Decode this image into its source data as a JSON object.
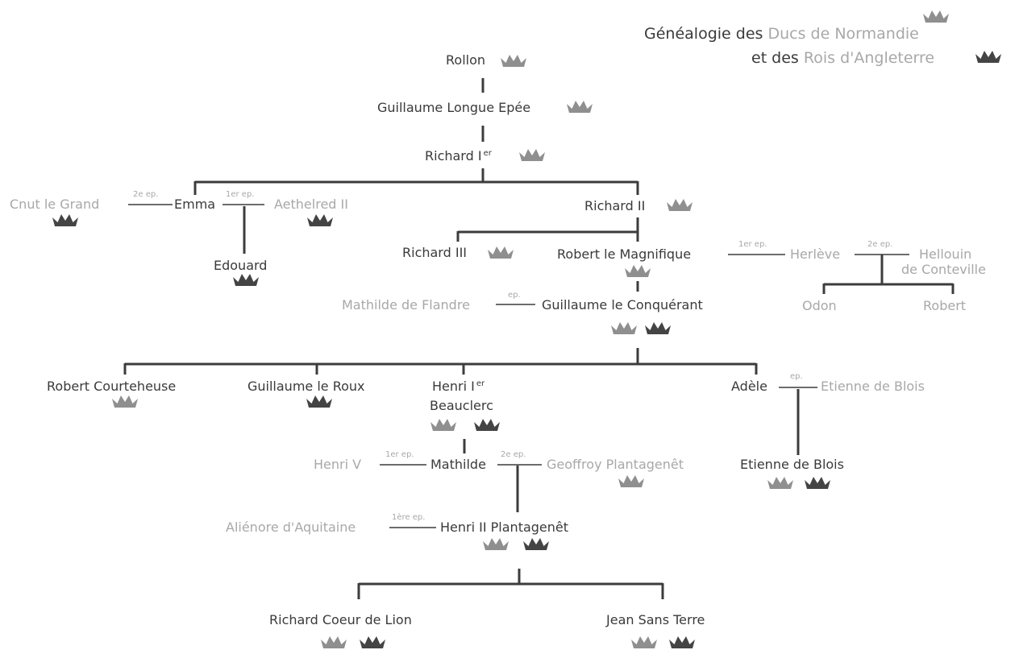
{
  "title": {
    "line1_a": "Généalogie des",
    "line1_b": "Ducs de Normandie",
    "line2_a": "et des",
    "line2_b": "Rois d'Angleterre"
  },
  "colors": {
    "duke_crown": "#8f8f8f",
    "king_crown": "#444444",
    "text_dark": "#3a3a3a",
    "text_light": "#a8a8a8",
    "line": "#3c3c3c"
  },
  "people": {
    "rollon": "Rollon",
    "guillaume_longue_epee": "Guillaume Longue Epée",
    "richard_1": "Richard I",
    "richard_1_sup": "er",
    "cnut": "Cnut le Grand",
    "emma": "Emma",
    "aethelred": "Aethelred II",
    "edouard": "Edouard",
    "richard_2": "Richard II",
    "richard_3": "Richard III",
    "robert_magnifique": "Robert le Magnifique",
    "herleve": "Herlève",
    "hellouin_1": "Hellouin",
    "hellouin_2": "de Conteville",
    "odon": "Odon",
    "robert": "Robert",
    "mathilde_flandre": "Mathilde de Flandre",
    "guillaume_conquerant": "Guillaume le Conquérant",
    "robert_courteheuse": "Robert Courteheuse",
    "guillaume_roux": "Guillaume le Roux",
    "henri_1": "Henri I",
    "henri_1_sup": "er",
    "beauclerc": "Beauclerc",
    "adele": "Adèle",
    "etienne_blois_father": "Etienne de Blois",
    "etienne_blois": "Etienne de Blois",
    "henri_5": "Henri V",
    "mathilde": "Mathilde",
    "geoffroy": "Geoffroy Plantagenêt",
    "alienore": "Aliénore d'Aquitaine",
    "henri_2": "Henri II Plantagenêt",
    "richard_coeur": "Richard Coeur de Lion",
    "jean_sans_terre": "Jean Sans Terre"
  },
  "marriages": {
    "cnut_emma": "2e ep.",
    "emma_aethelred": "1er ep.",
    "robert_herleve": "1er ep.",
    "herleve_hellouin": "2e ep.",
    "mathilde_guillaume": "ep.",
    "adele_etienne": "ep.",
    "henri5_mathilde": "1er ep.",
    "mathilde_geoffroy": "2e ep.",
    "alienore_henri2": "1ère ep."
  },
  "crown_legend": {
    "duke": "duke-crown-icon",
    "king": "king-crown-icon"
  }
}
